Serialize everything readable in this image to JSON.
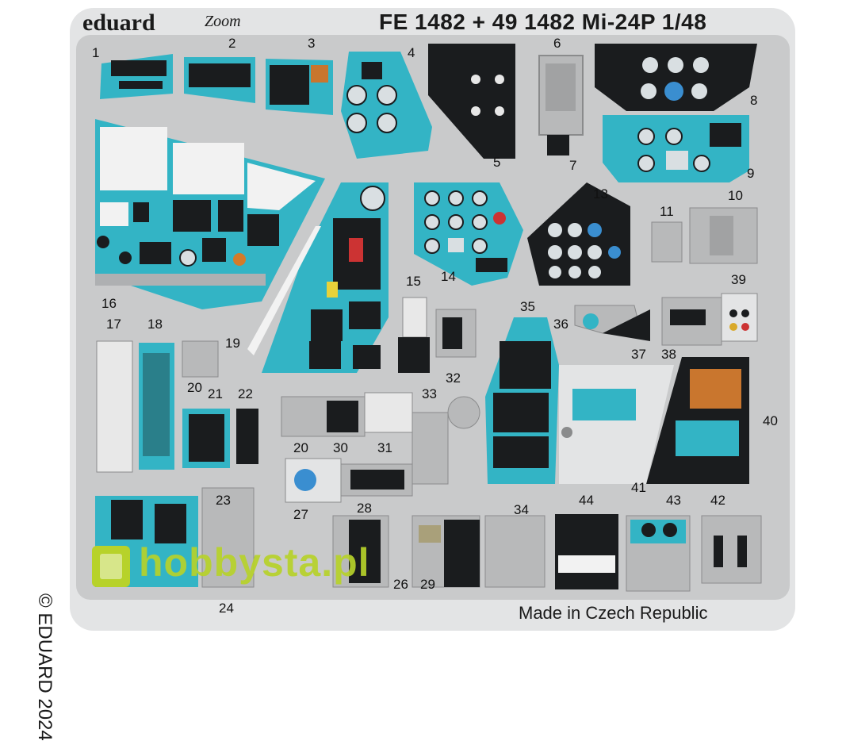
{
  "header": {
    "brand": "eduard",
    "sub_brand": "Zoom",
    "title": "FE 1482 + 49 1482  Mi-24P  1/48"
  },
  "footer": {
    "copyright": "© EDUARD 2024",
    "origin": "Made in Czech Republic"
  },
  "watermark": {
    "text": "hobbysta.pl"
  },
  "part_numbers": [
    "1",
    "2",
    "3",
    "4",
    "5",
    "6",
    "7",
    "8",
    "9",
    "10",
    "11",
    "13",
    "14",
    "15",
    "16",
    "17",
    "18",
    "19",
    "20",
    "21",
    "22",
    "20",
    "30",
    "31",
    "33",
    "32",
    "35",
    "36",
    "37",
    "38",
    "39",
    "40",
    "41",
    "44",
    "43",
    "42",
    "34",
    "29",
    "26",
    "28",
    "27",
    "23",
    "24"
  ],
  "colors": {
    "fret": "#c9cacb",
    "frame": "#e3e4e5",
    "cockpit_blue": "#33b4c5",
    "panel_black": "#1a1c1e",
    "watermark": "#b7d22a"
  }
}
